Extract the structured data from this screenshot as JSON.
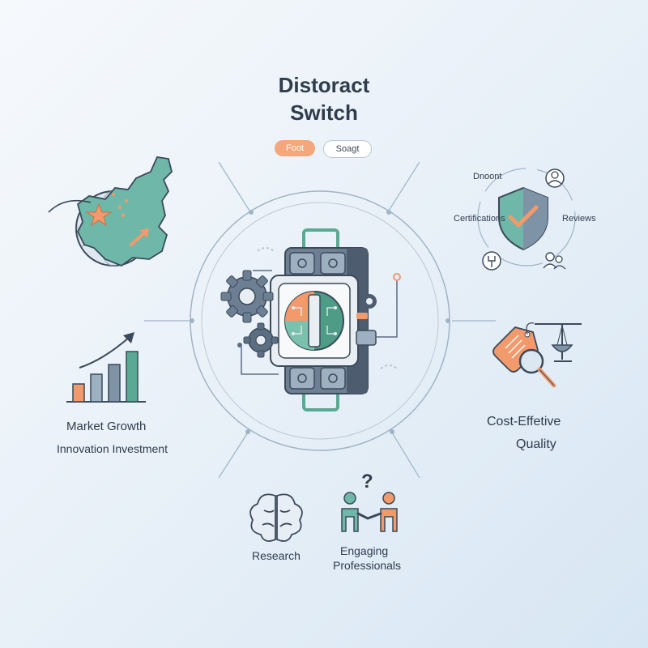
{
  "header": {
    "title_line1": "Distoract",
    "title_line2": "Switch",
    "tag_primary": "Foot",
    "tag_secondary": "Soagt"
  },
  "labels": {
    "top_right_small": "Dnoont",
    "certifications": "Certifications",
    "reviews": "Reviews",
    "market_growth": "Market Growth",
    "innovation_investment": "Innovation Investment",
    "cost_effective": "Cost-Effetive",
    "quality": "Quality",
    "research": "Research",
    "engaging_line1": "Engaging",
    "engaging_line2": "Professionals"
  },
  "colors": {
    "teal": "#5aa993",
    "orange": "#f29a6b",
    "slate": "#7f93a6",
    "dark": "#3b4a5b",
    "shield": "#6fb7a8"
  }
}
